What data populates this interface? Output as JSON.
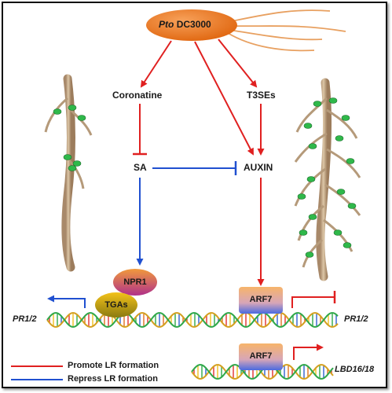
{
  "pathogen": {
    "species": "Pto",
    "strain": "DC3000",
    "color": "#e8701a"
  },
  "nodes": {
    "coronatine": "Coronatine",
    "t3ses": "T3SEs",
    "sa": "SA",
    "auxin": "AUXIN"
  },
  "proteins": {
    "npr1": "NPR1",
    "tgas": "TGAs",
    "arf7_top": "ARF7",
    "arf7_bottom": "ARF7"
  },
  "genes": {
    "pr12_left": "PR1/2",
    "pr12_right": "PR1/2",
    "lbd1618": "LBD16/18"
  },
  "legend": {
    "promote": {
      "label": "Promote LR formation",
      "color": "#e02020"
    },
    "repress": {
      "label": "Repress LR formation",
      "color": "#2050d0"
    }
  },
  "colors": {
    "promote": "#e02020",
    "repress": "#2050d0",
    "root": "#c8ae8c",
    "bacteria": "#2fb84a"
  },
  "icons": [
    "pto-bacterium-icon",
    "root-with-few-lateral-roots-icon",
    "root-with-many-lateral-roots-icon",
    "dna-helix-icon"
  ]
}
